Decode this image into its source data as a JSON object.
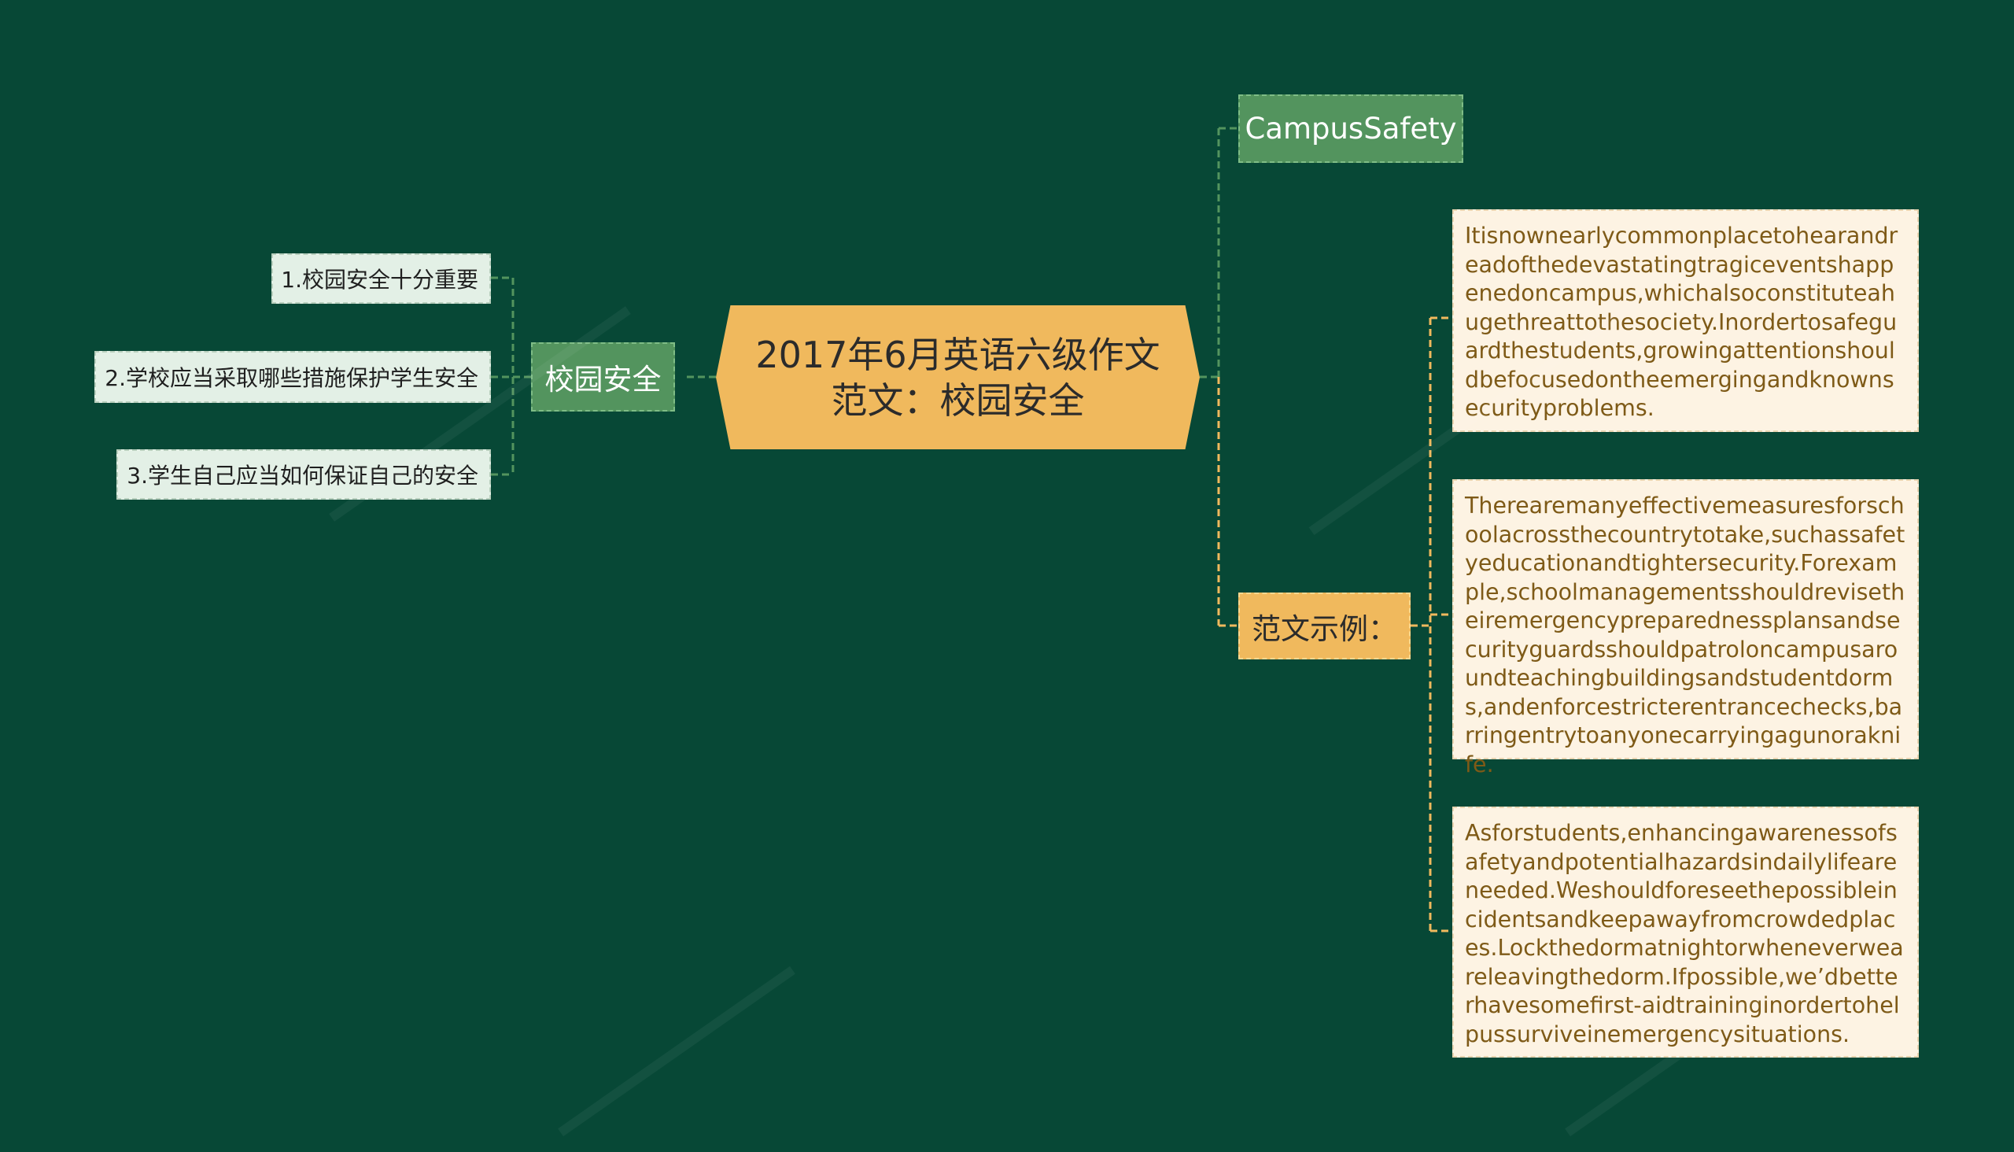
{
  "center": {
    "title": "2017年6月英语六级作文范文：校园安全"
  },
  "left_branch": {
    "label": "校园安全",
    "items": [
      "1.校园安全十分重要",
      "2.学校应当采取哪些措施保护学生安全",
      "3.学生自己应当如何保证自己的安全"
    ]
  },
  "right_branches": {
    "campus_safety": {
      "label": "CampusSafety"
    },
    "sample": {
      "label": "范文示例：",
      "paragraphs": [
        "Itisnownearlycommonplacetohearandreadofthedevastatingtragiceventshappenedoncampus,whichalsoconstituteahugethreattothesociety.Inordertosafeguardthestudents,growingattentionshouldbefocusedontheemergingandknownsecurityproblems.",
        "Therearemanyeffectivemeasuresforschoolacrossthecountrytotake,suchassafetyeducationandtightersecurity.Forexample,schoolmanagementsshouldrevisetheiremergencypreparednessplansandsecurityguardsshouldpatroloncampusaroundteachingbuildingsandstudentdorms,andenforcestricterentrancechecks,barringentrytoanyonecarryingagunoraknife.",
        "Asforstudents,enhancingawarenessofsafetyandpotentialhazardsindailylifeareneeded.Weshouldforeseethepossibleincidentsandkeepawayfromcrowdedplaces.Lockthedormatnightorwheneverweareleavingthedorm.Ifpossible,we’dbetterhavesomefirst-aidtraininginordertohelpussurviveinemergencysituations."
      ]
    }
  },
  "colors": {
    "background": "#074836",
    "center": "#f0b95d",
    "green_branch": "#53945e",
    "leaf": "#e3f0e6",
    "text_box": "#fdf3e3",
    "text_box_font": "#7e5a17",
    "green_line": "#53945e",
    "orange_line": "#f0b95d"
  }
}
